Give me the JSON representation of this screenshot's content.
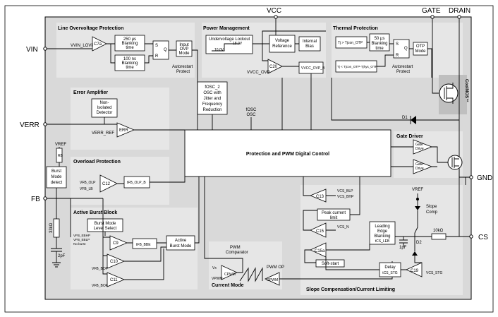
{
  "pins": {
    "vcc": "VCC",
    "gate": "GATE",
    "drain": "DRAIN",
    "vin": "VIN",
    "verr": "VERR",
    "fb": "FB",
    "gnd": "GND",
    "cs": "CS"
  },
  "sections": {
    "line_ovp": "Line Overvoltage Protection",
    "power_mgmt": "Power Management",
    "thermal": "Thermal Protection",
    "error_amp": "Error Amplifier",
    "overload": "Overload Protection",
    "active_burst": "Active Burst Block",
    "gate_driver": "Gate Driver",
    "current_mode": "Current Mode",
    "slope_comp": "Slope Compensation/Current Limiting"
  },
  "blocks": {
    "blank_250": [
      "250 µs",
      "Blanking",
      "time"
    ],
    "blank_100": [
      "100 ns",
      "Blanking",
      "time"
    ],
    "input_ovp": [
      "Input",
      "OVP",
      "Mode"
    ],
    "autorestart": [
      "Autorestart",
      "Protect"
    ],
    "uvlo": "Undervoltage Lockout",
    "uvlo_hi": "18.0V",
    "uvlo_lo": "10.0V",
    "voltage_ref": [
      "Voltage",
      "Reference"
    ],
    "internal_bias": [
      "Internal",
      "Bias"
    ],
    "blank_50": [
      "50 µs",
      "Blanking",
      "time"
    ],
    "otp_mode": [
      "OTP",
      "Mode"
    ],
    "tj_cond1": "Tj > Tjcon_OTP",
    "tj_cond2": "Tj < Tjcon_OTP-Tjhys_OTP",
    "non_isolated": [
      "Non-",
      "Isolated",
      "Detector"
    ],
    "osc_jitter": [
      "fOSC_2",
      "OSC with",
      "Jitter and",
      "Frequency",
      "Reduction"
    ],
    "osc": [
      "fOSC",
      "OSC"
    ],
    "pwm_digital": "Protection and PWM Digital Control",
    "burst_mode_detect": [
      "Burst",
      "Mode",
      "detect"
    ],
    "burst_level": [
      "Burst Mode",
      "Level Select"
    ],
    "active_burst_mode": [
      "Active",
      "Burst Mode"
    ],
    "peak_limit": [
      "Peak current",
      "limit"
    ],
    "leb": [
      "Leading",
      "Edge",
      "Blanking",
      "tCS_LEB"
    ],
    "soft_start": "Soft-start",
    "delay": [
      "Delay",
      "tCS_STG"
    ],
    "slope_comp": [
      "Slope",
      "Comp"
    ],
    "pwm_comparator": [
      "PWM",
      "Comparator"
    ],
    "pwm_op": "PWM OP",
    "coolmos": "CoolMOS™"
  },
  "comparators": {
    "c7a": "C7a",
    "c20": "C20",
    "err": "ERR",
    "c12": "C12",
    "c9": "C9",
    "c10": "C10",
    "c11": "C11",
    "c13": "C13",
    "c15": "C15",
    "c15a": "C15a",
    "c19": "C19"
  },
  "labels": {
    "vin_lovp": "VVIN_LOVP",
    "vcc_ovp": "VVCC_OVP",
    "vcc_ovp_b": "VVCC_OVP_B",
    "verr_ref": "VERR_REF",
    "vref": "VREF",
    "rb": "RB",
    "vfb_olp": "VFB_OLP",
    "vfb_lb": "VFB_LB",
    "t_fb_olp": "tFB_OLP_B",
    "vfb_ebhp": "VFB_EBHP",
    "vfb_eblp": "VFB_EBLP",
    "no_burst": "No burst",
    "t_fb_bbe": "tFB_BBE",
    "vfb_bop": "VFB_BOP",
    "vfb_bof": "VFB_BOF",
    "vcs_blp": "VCS_BLP",
    "vcs_n": "VCS_N",
    "vcs_bhp": "VCS_BHP",
    "vcs_stg": "VCS_STG",
    "vvref": "VREF",
    "c_pwm": "CPWM",
    "vx": "Vx",
    "v_pwm": "VPWM",
    "g_pwm": "GPWM",
    "gate_drive": [
      "Gate",
      "Drive"
    ],
    "cap_2pf": "2pF",
    "cap_1pf": "1pF",
    "r_33k": "33kΩ",
    "r_10k": "10kΩ",
    "d1": "D1",
    "d2": "D2",
    "s": "S",
    "r": "R",
    "q": "Q"
  }
}
